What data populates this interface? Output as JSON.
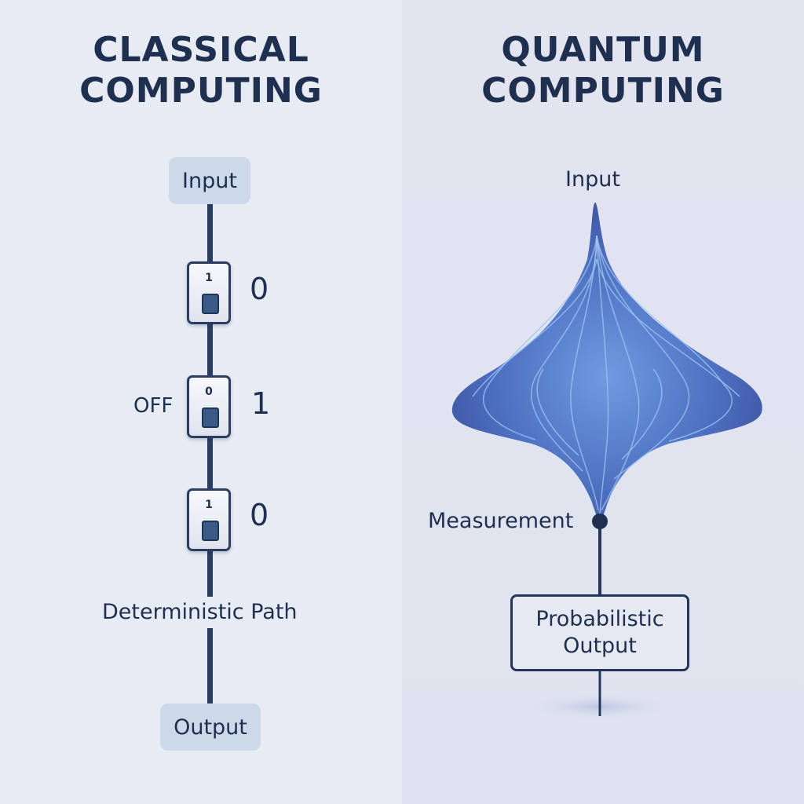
{
  "classical": {
    "title_line1": "CLASSICAL",
    "title_line2": "COMPUTING",
    "input_label": "Input",
    "output_label": "Output",
    "path_label": "Deterministic Path",
    "switches": [
      {
        "switch_label": "1",
        "bit_value": "0",
        "side_label": ""
      },
      {
        "switch_label": "0",
        "bit_value": "1",
        "side_label": "OFF"
      },
      {
        "switch_label": "1",
        "bit_value": "0",
        "side_label": ""
      }
    ]
  },
  "quantum": {
    "title_line1": "QUANTUM",
    "title_line2": "COMPUTING",
    "input_label": "Input",
    "measurement_label": "Measurement",
    "output_line1": "Probabilistic",
    "output_line2": "Output"
  },
  "colors": {
    "left_background": "#e7ebf3",
    "right_background": "#e0e4f0",
    "ink": "#1e2f4f",
    "wave_light": "#7aa6e6",
    "wave_dark": "#3a4f9a"
  }
}
